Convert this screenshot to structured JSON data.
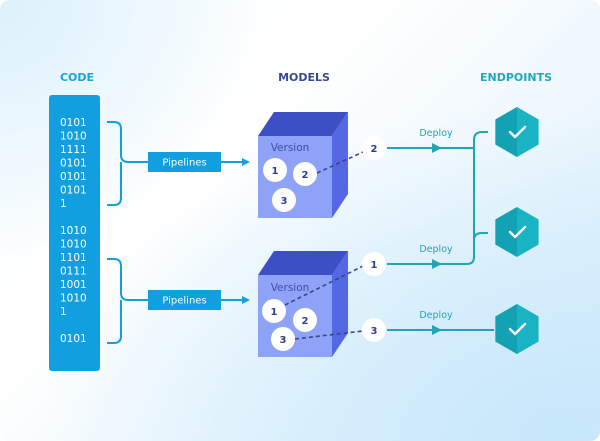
{
  "headers": {
    "code": "CODE",
    "models": "MODELS",
    "endpoints": "ENDPOINTS"
  },
  "colors": {
    "code_header": "#1aa4d6",
    "models_header": "#3b4a8f",
    "endpoints_header": "#1fa9bb",
    "code_block": "#129fe0",
    "pipeline": "#129fe0",
    "cube_front": "#8ea2f7",
    "cube_top": "#3d4fc4",
    "cube_side": "#5568e3",
    "deploy_line": "#1fa5b3",
    "endpoint": "#17aebe"
  },
  "code_block": {
    "lines": [
      "0101",
      "1010",
      "1111",
      "0101",
      "0101",
      "0101",
      "1",
      "",
      "1010",
      "1010",
      "1101",
      "0111",
      "1001",
      "1010",
      "1",
      "",
      "0101"
    ]
  },
  "pipelines": [
    {
      "label": "Pipelines"
    },
    {
      "label": "Pipelines"
    }
  ],
  "models": [
    {
      "label": "Version",
      "versions": [
        "1",
        "2",
        "3"
      ]
    },
    {
      "label": "Version",
      "versions": [
        "1",
        "2",
        "3"
      ]
    }
  ],
  "deployments": [
    {
      "version": "2",
      "label": "Deploy"
    },
    {
      "version": "1",
      "label": "Deploy"
    },
    {
      "version": "3",
      "label": "Deploy"
    }
  ],
  "endpoints": [
    {
      "status": "check-icon"
    },
    {
      "status": "check-icon"
    },
    {
      "status": "check-icon"
    }
  ]
}
